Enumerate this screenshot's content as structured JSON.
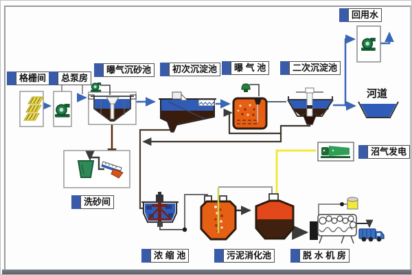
{
  "labels": {
    "grate_room": "格栅间",
    "main_pump_house": "总泵房",
    "aerated_grit_chamber": "曝气沉砂池",
    "primary_sedimentation": "初次沉淀池",
    "aeration_tank": "曝 气 池",
    "secondary_sedimentation": "二次沉淀池",
    "reuse_water": "回用水",
    "river": "河道",
    "biogas_power": "沼气发电",
    "sand_washing_room": "洗砂间",
    "thickening_tank": "浓 缩 池",
    "sludge_digestion_tank": "污泥消化池",
    "dewatering_room": "脱 水 机 房"
  },
  "colors": {
    "label_marker_blue": "#3A5BA8",
    "water_blue": "#2E5CB8",
    "flow_arrow_blue": "#3A66B5",
    "aeration_orange": "#E55F15",
    "digested_sludge_red": "#E2481A",
    "sludge_dark_brown": "#3A1C0C",
    "biogas_yellow": "#F2E93C",
    "equipment_green": "#1E8048",
    "bar_screen_yellow": "#F0DC3A"
  },
  "icons": {
    "pump": "pump-icon",
    "aerator": "aerator-icon",
    "generator": "generator-icon",
    "belt_press": "belt-press-icon",
    "dump_truck": "truck-icon",
    "sand_bucket": "bucket-icon",
    "bar_screens": "bar-screen-icon"
  }
}
